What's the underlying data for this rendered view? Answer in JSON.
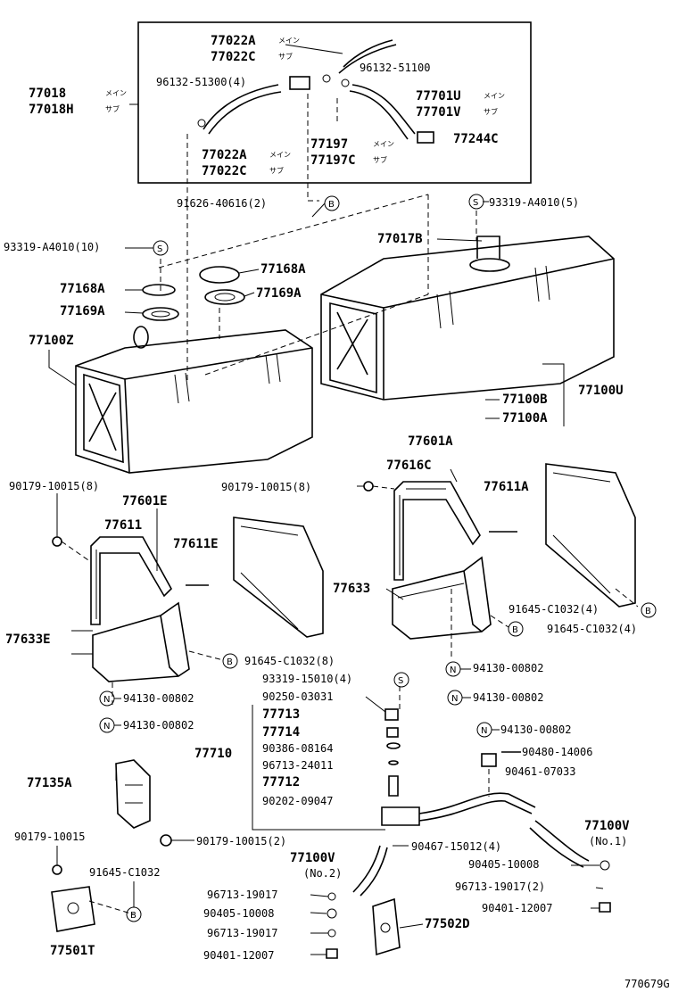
{
  "labels": {
    "l77022a_top": "77022A",
    "l77022c_top": "77022C",
    "l96132_51300": "96132-51300(4)",
    "l96132_51100": "96132-51100",
    "l77018": "77018",
    "l77018h": "77018H",
    "l77701u": "77701U",
    "l77701v": "77701V",
    "l77244c": "77244C",
    "l77197": "77197",
    "l77197c": "77197C",
    "l77022a_bot": "77022A",
    "l77022c_bot": "77022C",
    "l91626": "91626-40616(2)",
    "l93319_5": "93319-A4010(5)",
    "l93319_10": "93319-A4010(10)",
    "l77017b": "77017B",
    "l77168a_r": "77168A",
    "l77169a_r": "77169A",
    "l77168a_l": "77168A",
    "l77169a_l": "77169A",
    "l77100z": "77100Z",
    "l77100b": "77100B",
    "l77100u": "77100U",
    "l77100a": "77100A",
    "l77601a": "77601A",
    "l77616c": "77616C",
    "l90179_8_l": "90179-10015(8)",
    "l77601e": "77601E",
    "l90179_8_r": "90179-10015(8)",
    "l77611a": "77611A",
    "l77611": "77611",
    "l77611e": "77611E",
    "l77633": "77633",
    "l91645_4a": "91645-C1032(4)",
    "l91645_4b": "91645-C1032(4)",
    "l77633e": "77633E",
    "l91645_8": "91645-C1032(8)",
    "l94130_a": "94130-00802",
    "l94130_b": "94130-00802",
    "l93319_15010": "93319-15010(4)",
    "l90250": "90250-03031",
    "l94130_c": "94130-00802",
    "l94130_d": "94130-00802",
    "l77713": "77713",
    "l77714": "77714",
    "l94130_e": "94130-00802",
    "l90386": "90386-08164",
    "l90480": "90480-14006",
    "l77710": "77710",
    "l96713_24011": "96713-24011",
    "l90461": "90461-07033",
    "l77712": "77712",
    "l77135a": "77135A",
    "l90202": "90202-09047",
    "l77100v_1": "77100V",
    "l90179_single": "90179-10015",
    "l90179_2": "90179-10015(2)",
    "l90467": "90467-15012(4)",
    "l77100v_2": "77100V",
    "l90405_r": "90405-10008",
    "l91645_single": "91645-C1032",
    "l96713_19017_2": "96713-19017(2)",
    "l96713_19017_a": "96713-19017",
    "l90401_r": "90401-12007",
    "l90405_l": "90405-10008",
    "l77502d": "77502D",
    "l96713_19017_b": "96713-19017",
    "l77501t": "77501T",
    "l90401_l": "90401-12007",
    "no1": "(No.1)",
    "no2": "(No.2)",
    "fig": "770679G"
  },
  "tags": {
    "main": "メイン",
    "sub": "サブ"
  },
  "circles": {
    "s": "S",
    "b": "B",
    "n": "N"
  }
}
